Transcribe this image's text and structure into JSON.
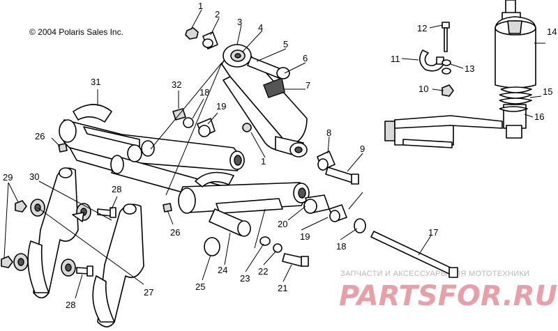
{
  "copyright": "© 2004 Polaris Sales Inc.",
  "callouts": [
    "1",
    "2",
    "3",
    "4",
    "5",
    "6",
    "7",
    "8",
    "9",
    "10",
    "11",
    "12",
    "13",
    "14",
    "15",
    "16",
    "17",
    "18",
    "19",
    "20",
    "21",
    "22",
    "23",
    "24",
    "25",
    "26",
    "27",
    "28",
    "29",
    "30",
    "31",
    "32"
  ],
  "watermark": {
    "tagline": "ЗАПЧАСТИ И АКСЕССУАРЫ ДЛЯ МОТОТЕХНИКИ",
    "brand": "PARTSFOR.RU"
  }
}
